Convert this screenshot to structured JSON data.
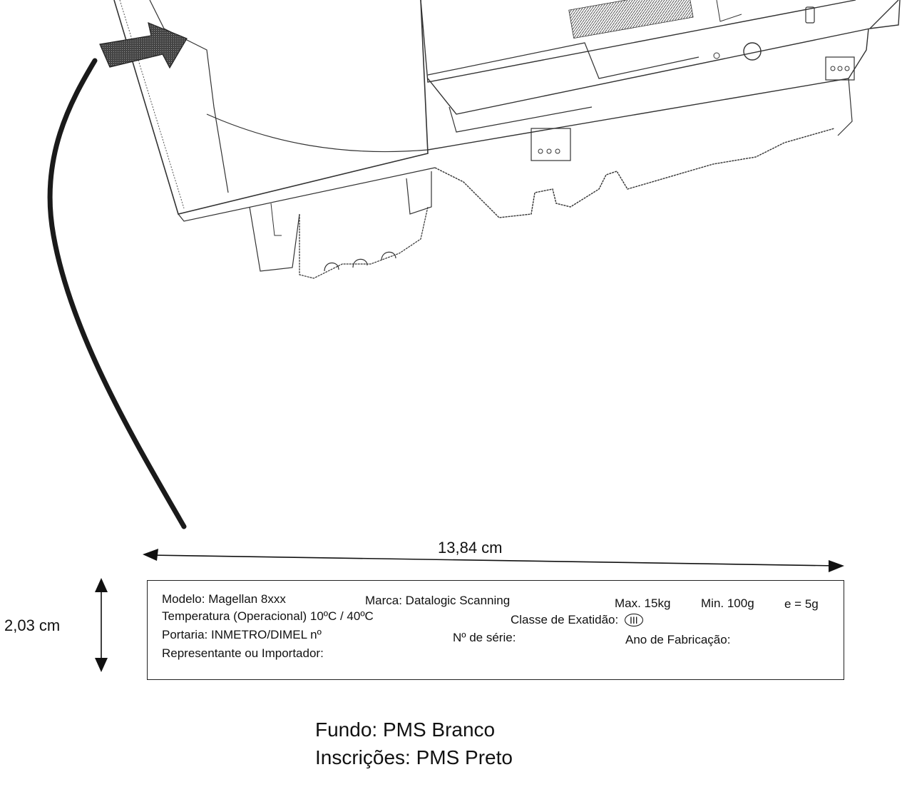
{
  "dimensions": {
    "width_label": "13,84 cm",
    "height_label": "2,03 cm"
  },
  "label": {
    "modelo": "Modelo: Magellan 8xxx",
    "marca": "Marca: Datalogic Scanning",
    "max": "Max. 15kg",
    "min": "Min. 100g",
    "e": "e = 5g",
    "temperatura": "Temperatura (Operacional) 10ºC / 40ºC",
    "classe": "Classe de Exatidão:",
    "classe_value": "III",
    "portaria": "Portaria: INMETRO/DIMEL nº",
    "serie": "Nº de série:",
    "ano": "Ano de Fabricação:",
    "representante": "Representante ou Importador:"
  },
  "notes": {
    "fundo": "Fundo: PMS Branco",
    "inscricoes": "Inscrições: PMS Preto"
  }
}
